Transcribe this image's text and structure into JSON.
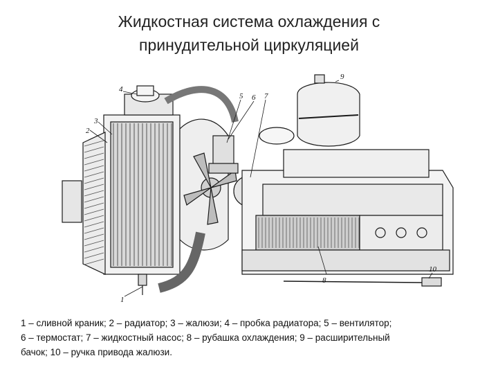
{
  "title_line1": "Жидкостная система охлаждения с",
  "title_line2": "принудительной циркуляцией",
  "labels": [
    "1",
    "2",
    "3",
    "4",
    "5",
    "6",
    "7",
    "8",
    "9",
    "10"
  ],
  "caption_line1": "1 – сливной краник; 2 – радиатор; 3 – жалюзи; 4 – пробка радиатора; 5 – вентилятор;",
  "caption_line2": "6 – термостат; 7 – жидкостный насос; 8 – рубашка охлаждения; 9 – расширительный",
  "caption_line3": "бачок; 10 – ручка привода жалюзи."
}
